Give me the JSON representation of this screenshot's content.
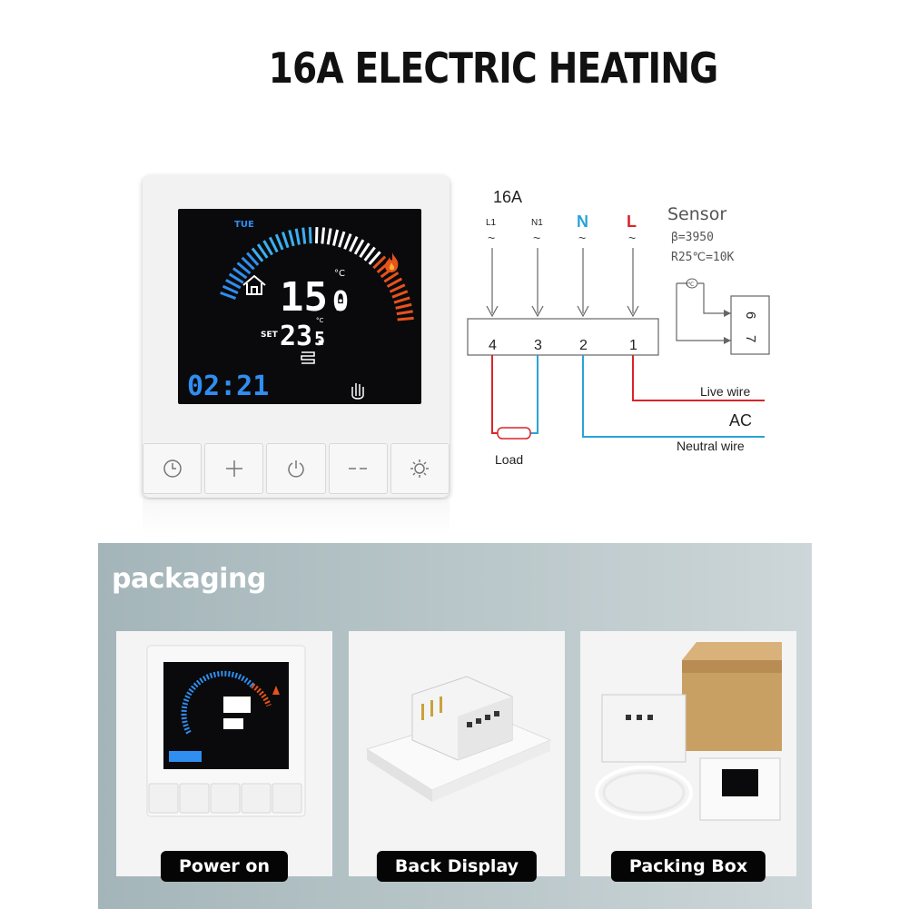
{
  "title": "16A ELECTRIC HEATING",
  "thermostat": {
    "day": "TUE",
    "temp_main": "15.",
    "temp_decimal": "0",
    "unit": "°C",
    "set_label": "SET",
    "set_temp": "23.",
    "set_decimal": "5",
    "clock": "02:21",
    "buttons": [
      {
        "icon": "clock-icon"
      },
      {
        "icon": "plus-icon"
      },
      {
        "icon": "power-icon"
      },
      {
        "icon": "minus-icon"
      },
      {
        "icon": "sun-icon"
      }
    ]
  },
  "wiring": {
    "rating": "16A",
    "labels_top": [
      "L1",
      "N1",
      "N",
      "L"
    ],
    "tilde": "~",
    "terminals": [
      "4",
      "3",
      "2",
      "1"
    ],
    "sensor_title": "Sensor",
    "sensor_beta": "β=3950",
    "sensor_r25": "R25℃=10K",
    "sensor_symbol": "t℃",
    "sensor_terminals": [
      "6",
      "7"
    ],
    "live_wire": "Live wire",
    "ac": "AC",
    "neutral_wire": "Neutral wire",
    "load": "Load",
    "colors": {
      "live": "#d9252a",
      "neutral": "#2aa3d6",
      "line": "#555555"
    }
  },
  "packaging": {
    "title": "packaging",
    "items": [
      {
        "caption": "Power on"
      },
      {
        "caption": "Back Display"
      },
      {
        "caption": "Packing Box"
      }
    ]
  }
}
